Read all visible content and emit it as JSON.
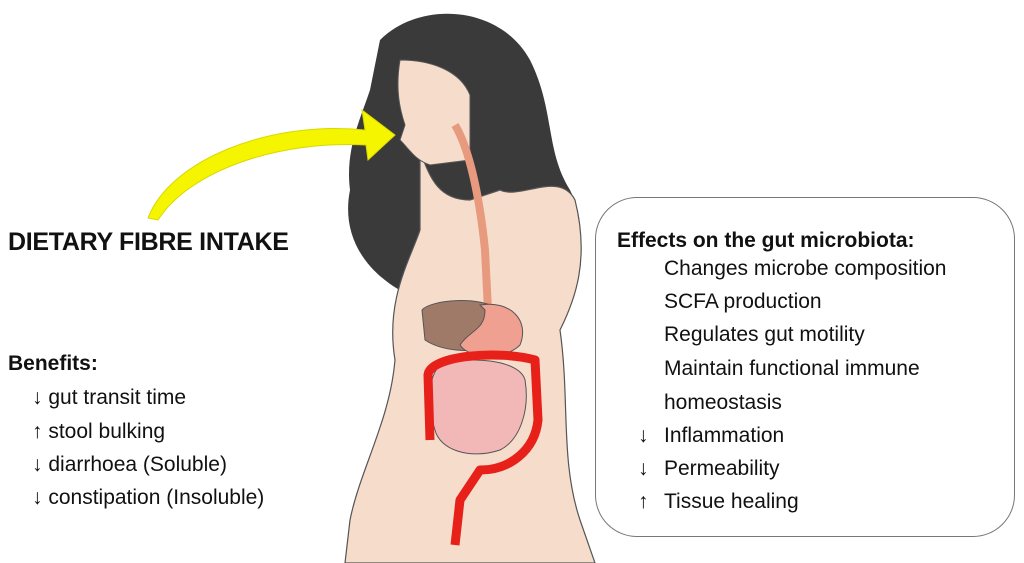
{
  "headline": "DIETARY FIBRE INTAKE",
  "benefits": {
    "title": "Benefits:",
    "items": [
      {
        "arrow": "↓",
        "text": "gut transit time"
      },
      {
        "arrow": "↑",
        "text": "stool bulking"
      },
      {
        "arrow": "↓",
        "text": "diarrhoea (Soluble)"
      },
      {
        "arrow": "↓",
        "text": "constipation (Insoluble)"
      }
    ]
  },
  "effects": {
    "title": "Effects on the gut microbiota:",
    "items": [
      {
        "arrow": "",
        "text": "Changes microbe composition"
      },
      {
        "arrow": "",
        "text": "SCFA production"
      },
      {
        "arrow": "",
        "text": "Regulates gut motility"
      },
      {
        "arrow": "",
        "text": "Maintain functional immune"
      },
      {
        "arrow": "",
        "text": "homeostasis"
      },
      {
        "arrow": "↓",
        "text": "Inflammation"
      },
      {
        "arrow": "↓",
        "text": "Permeability"
      },
      {
        "arrow": "↑",
        "text": "Tissue healing"
      }
    ]
  },
  "colors": {
    "arrow": "#f5f500",
    "skin": "#f6dccb",
    "hair": "#3a3a3a",
    "colon": "#e8201a",
    "intestine": "#f2b8b8",
    "liver": "#a07a68"
  }
}
